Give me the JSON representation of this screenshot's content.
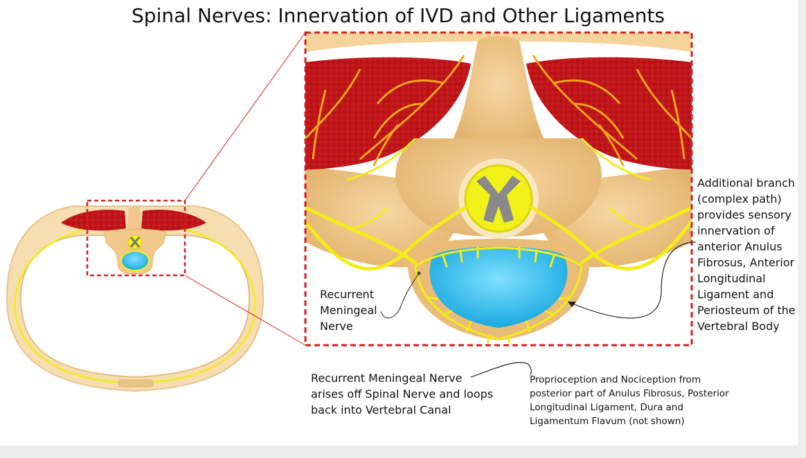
{
  "title": "Spinal Nerves: Innervation of IVD and Other Ligaments",
  "labels": {
    "recurrent_meningeal_nerve": "Recurrent Meningeal Nerve",
    "additional_branch": "Additional branch (complex path) provides sensory innervation of anterior Anulus Fibrosus, Anterior Longitudinal Ligament and Periosteum of the Vertebral Body",
    "origin": "Recurrent Meningeal Nerve arises off Spinal Nerve and loops back into Vertebral Canal",
    "proprioception": "Proprioception and Nociception from posterior part of Anulus Fibrosus, Posterior Longitudinal Ligament, Dura and Ligamentum Flavum (not shown)"
  },
  "colors": {
    "bone": "#f2c98b",
    "bone_dark": "#d9a45e",
    "muscle": "#c0151a",
    "nerve": "#f4ec17",
    "nerve_in_muscle": "#f3a71a",
    "disc": "#36c3ef",
    "spinal_cord": "#f2f21a",
    "grey_matter": "#8a8a8a",
    "zoom_frame": "#d21f1f"
  }
}
